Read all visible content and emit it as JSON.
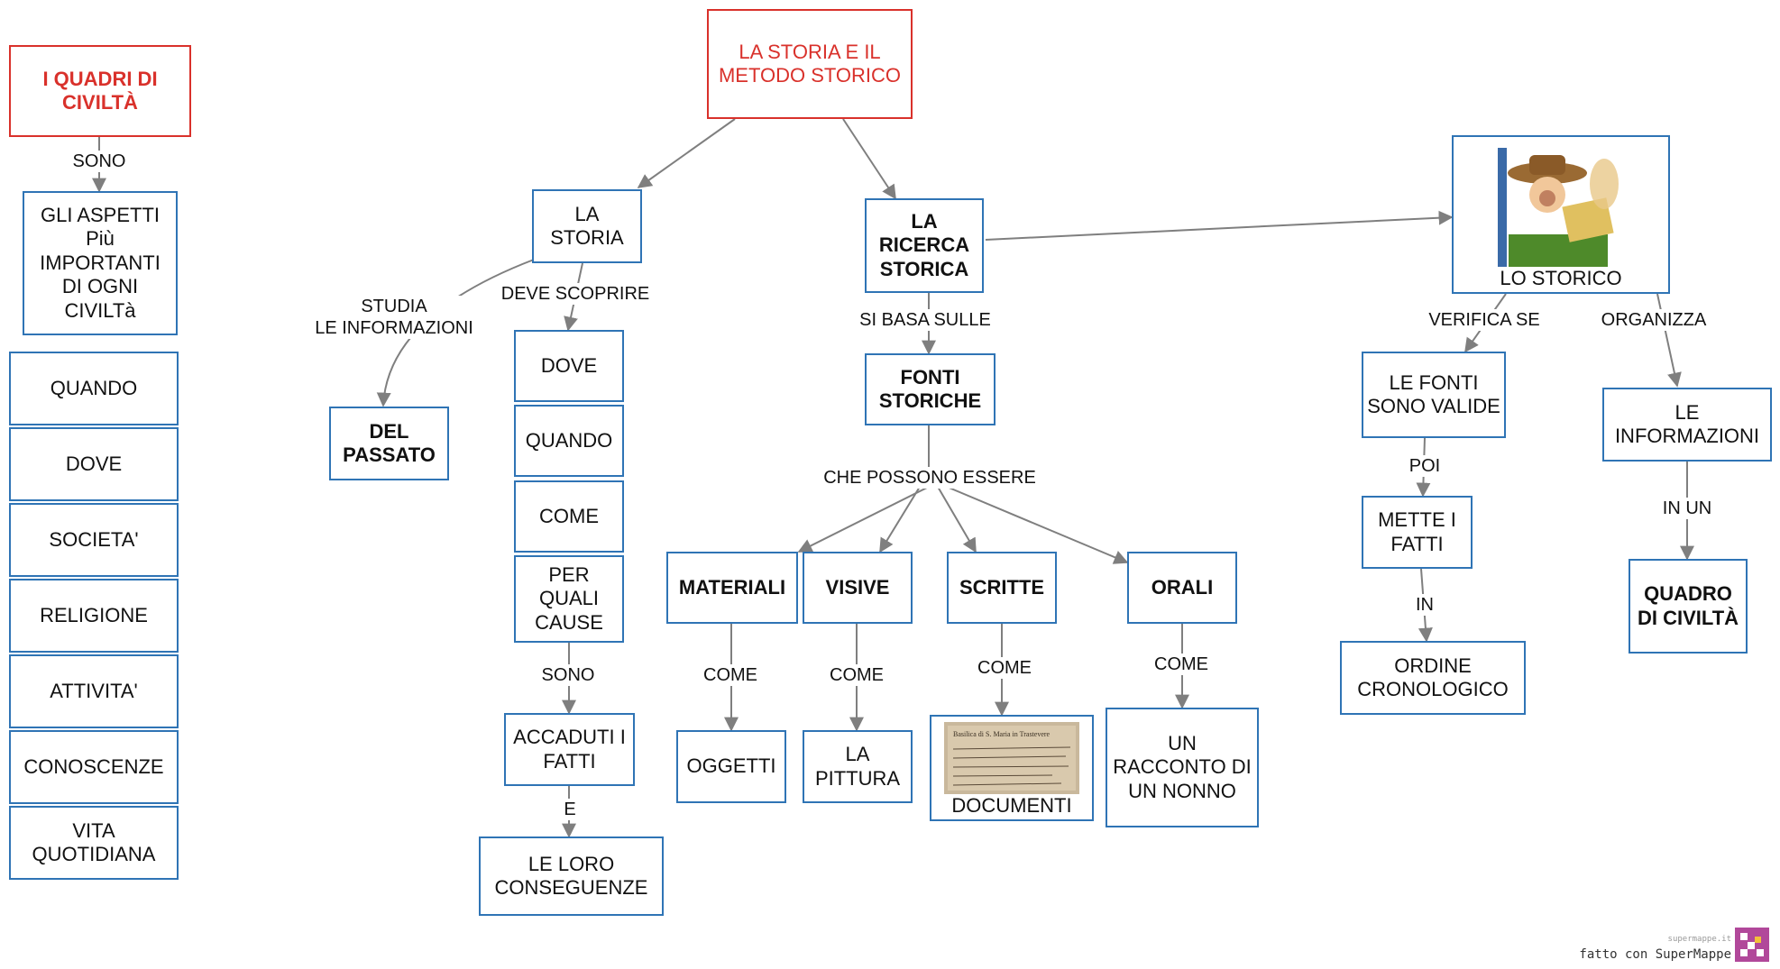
{
  "nodes": {
    "quadri_title": "I QUADRI DI CIVILTÀ",
    "aspetti": "GLI ASPETTI Più IMPORTANTI DI OGNI CIVILTà",
    "quando_left": "QUANDO",
    "dove_left": "DOVE",
    "societa": "SOCIETA'",
    "religione": "RELIGIONE",
    "attivita": "ATTIVITA'",
    "conoscenze": "CONOSCENZE",
    "vita": "VITA QUOTIDIANA",
    "main_title": "LA STORIA E IL METODO STORICO",
    "la_storia": "LA STORIA",
    "del_passato": "DEL PASSATO",
    "dove": "DOVE",
    "quando": "QUANDO",
    "come": "COME",
    "per_quali_cause": "PER QUALI CAUSE",
    "accaduti": "ACCADUTI I FATTI",
    "conseguenze": "LE LORO CONSEGUENZE",
    "ricerca": "LA RICERCA STORICA",
    "fonti": "FONTI STORICHE",
    "materiali": "MATERIALI",
    "visive": "VISIVE",
    "scritte": "SCRITTE",
    "orali": "ORALI",
    "oggetti": "OGGETTI",
    "pittura": "LA PITTURA",
    "documenti": "DOCUMENTI",
    "racconto": "UN RACCONTO DI UN NONNO",
    "lo_storico": "LO STORICO",
    "fonti_valide": "LE FONTI SONO VALIDE",
    "mette_fatti": "METTE I FATTI",
    "ordine": "ORDINE CRONOLOGICO",
    "informazioni": "LE INFORMAZIONI",
    "quadro": "QUADRO DI CIVILTÀ"
  },
  "labels": {
    "sono_left": "SONO",
    "studia": "STUDIA\nLE INFORMAZIONI",
    "deve_scoprire": "DEVE SCOPRIRE",
    "sono_mid": "SONO",
    "e": "E",
    "si_basa": "SI BASA SULLE",
    "che_possono": "CHE POSSONO ESSERE",
    "come1": "COME",
    "come2": "COME",
    "come3": "COME",
    "come4": "COME",
    "verifica": "VERIFICA SE",
    "organizza": "ORGANIZZA",
    "poi": "POI",
    "in": "IN",
    "in_un": "IN UN"
  },
  "document_text": "Basilica di S. Maria in Trastevere",
  "footer": {
    "brand": "fatto con SuperMappe",
    "site": "supermappe.it"
  },
  "colors": {
    "node_border": "#2f74b5",
    "title_red": "#d9312b",
    "arrow": "#7f7f7f",
    "logo": "#b1489a"
  }
}
